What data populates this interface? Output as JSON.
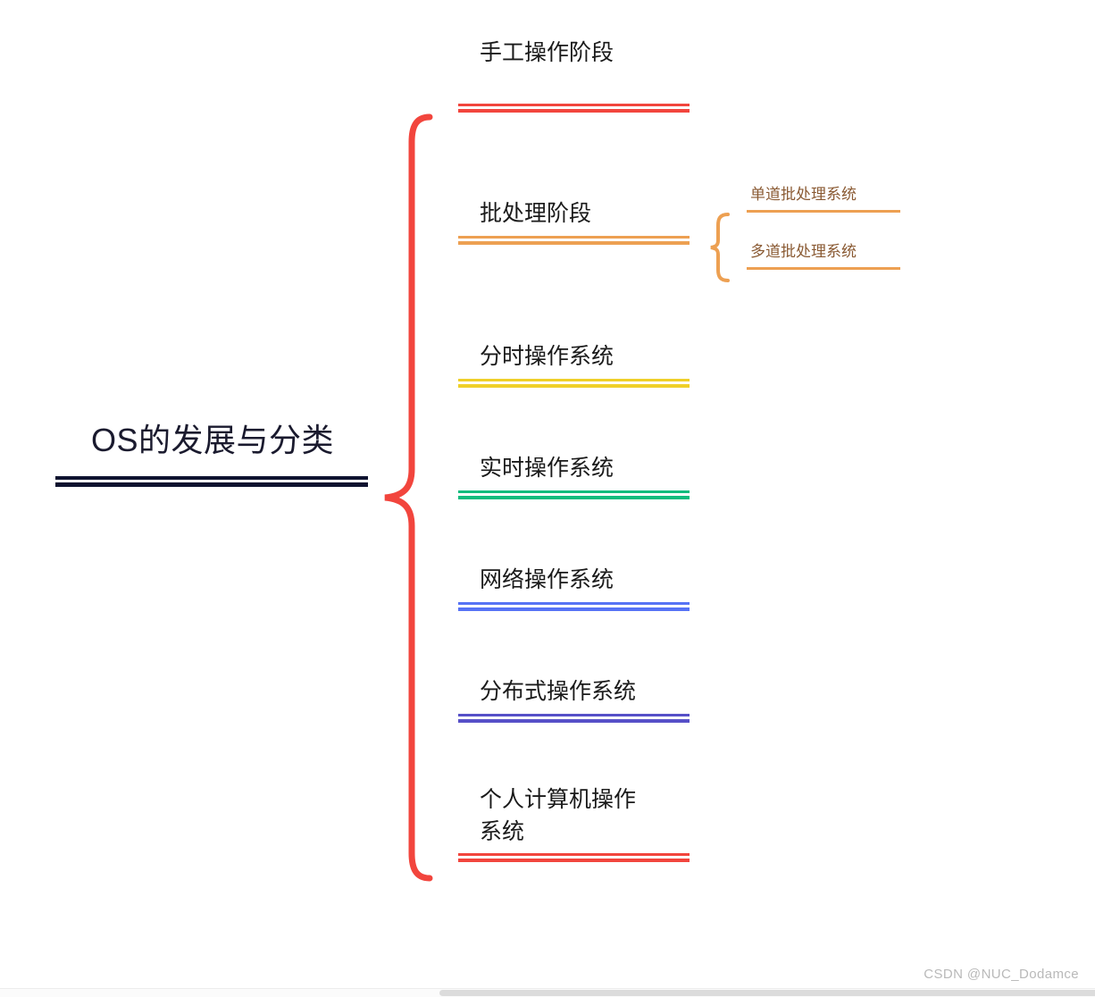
{
  "diagram": {
    "type": "mind-map",
    "watermark": "CSDN @NUC_Dodamce",
    "root": {
      "label": "OS的发展与分类",
      "color": "#0f1330"
    },
    "branches": [
      {
        "id": "manual-stage",
        "label": "手工操作阶段",
        "color": "#f2453d",
        "children": []
      },
      {
        "id": "batch-stage",
        "label": "批处理阶段",
        "color": "#eda052",
        "children": [
          {
            "id": "single-batch",
            "label": "单道批处理系统",
            "color": "#eda052",
            "text_color": "#8a5a33"
          },
          {
            "id": "multi-batch",
            "label": "多道批处理系统",
            "color": "#eda052",
            "text_color": "#8a5a33"
          }
        ]
      },
      {
        "id": "timesharing-os",
        "label": "分时操作系统",
        "color": "#efd029",
        "children": []
      },
      {
        "id": "realtime-os",
        "label": "实时操作系统",
        "color": "#10bc7e",
        "children": []
      },
      {
        "id": "network-os",
        "label": "网络操作系统",
        "color": "#5672f5",
        "children": []
      },
      {
        "id": "distributed-os",
        "label": "分布式操作系统",
        "color": "#5750c8",
        "children": []
      },
      {
        "id": "personal-computer-os",
        "label": "个人计算机操作\n系统",
        "color": "#f2453d",
        "children": []
      }
    ],
    "connectors": {
      "main_brace_color": "#f2453d",
      "sub_brace_color": "#eda052"
    }
  }
}
